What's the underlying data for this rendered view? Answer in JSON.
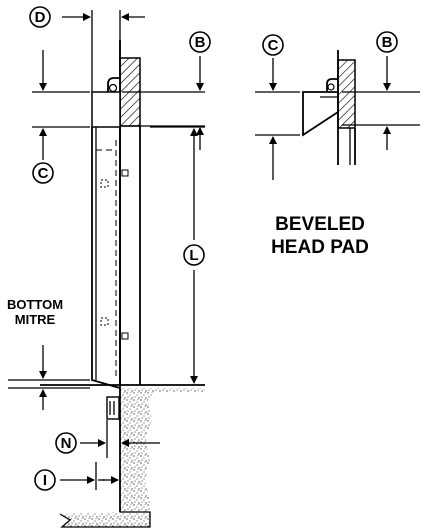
{
  "callouts": {
    "D": "D",
    "B_main": "B",
    "C_main": "C",
    "L": "L",
    "N": "N",
    "I": "I",
    "C_detail": "C",
    "B_detail": "B"
  },
  "labels": {
    "beveled_line1": "BEVELED",
    "beveled_line2": "HEAD PAD",
    "bottom_line1": "BOTTOM",
    "bottom_line2": "MITRE"
  }
}
